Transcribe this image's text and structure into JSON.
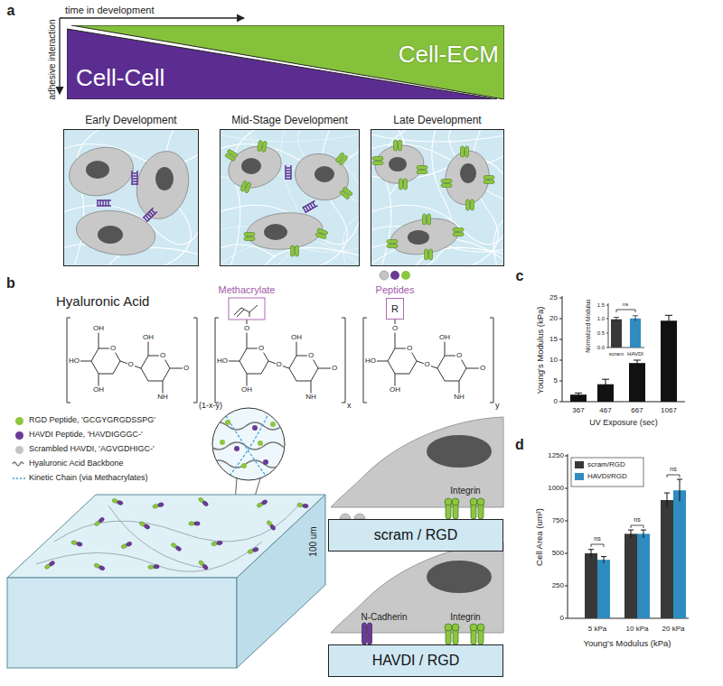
{
  "diagram": {
    "nodes": [
      {
        "text": [
          "Cell-Cell"
        ]
      },
      {
        "text": [
          "Cell-ECM"
        ]
      },
      {
        "text": [
          "Early Development"
        ]
      },
      {
        "text": [
          "Mid-Stage Development"
        ]
      },
      {
        "text": [
          "Late Development"
        ]
      },
      {
        "text": [
          "R"
        ]
      },
      {
        "text": [
          "scram / RGD"
        ]
      },
      {
        "text": [
          "HAVDI / RGD"
        ]
      }
    ],
    "labels": [
      "a",
      "time in development",
      "adhesive interaction",
      "b",
      "Hyaluronic Acid",
      "Methacrylate",
      "Peptides",
      "OH",
      "O",
      "HO",
      "OH",
      "O",
      "O",
      "OH",
      "NH",
      "O",
      "O",
      "O",
      "HO",
      "OH",
      "O",
      "O",
      "OH",
      "NH",
      "O",
      "O",
      "O",
      "HO",
      "OH",
      "O",
      "O",
      "OH",
      "NH",
      "O",
      "(1-x-y)",
      "x",
      "y",
      "100 um",
      "Integrin",
      "N-Cadherin",
      "Integrin",
      "c",
      "Young's Modulus (kPa)",
      "0",
      "5",
      "10",
      "15",
      "20",
      "25",
      "367",
      "467",
      "667",
      "1067",
      "UV Exposure (sec)",
      "Normalized Modulus",
      "0.0",
      "0.5",
      "1.0",
      "1.5",
      "scram",
      "HAVDI",
      "ns",
      "d",
      "Cell Area (um²)",
      "0",
      "250",
      "500",
      "750",
      "1000",
      "1250",
      "5 kPa",
      "10 kPa",
      "20 kPa",
      "Young's Modulus (kPa)",
      "ns",
      "ns",
      "ns"
    ],
    "legend": [
      {
        "text": "RGD Peptide, 'GCGYGRGDSSPG'",
        "color": "#8dc63f"
      },
      {
        "text": "HAVDI Peptide, 'HAVDIGGGC-'",
        "color": "#6b3a96"
      },
      {
        "text": "Scrambled HAVDI, 'AGVGDHIGC-'",
        "color": "#c4c4c4"
      },
      {
        "text": "Hyaluronic Acid Backbone"
      },
      {
        "text": "Kinetic Chain (via Methacrylates)"
      },
      {
        "text": "scram/RGD",
        "color": "#383838"
      },
      {
        "text": "HAVDI/RGD",
        "color": "#2e8cc0"
      }
    ]
  }
}
